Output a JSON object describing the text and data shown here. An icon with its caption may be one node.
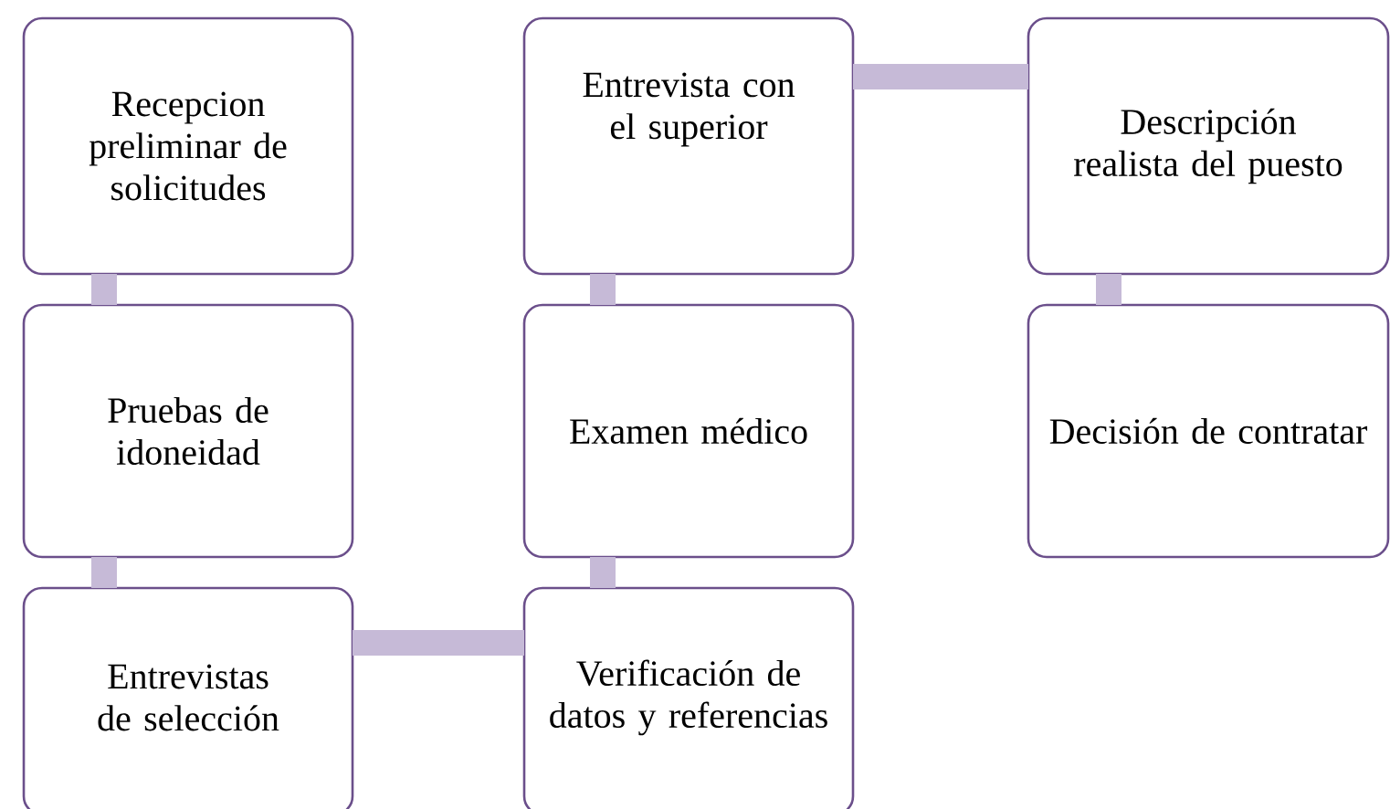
{
  "diagram": {
    "nodes": [
      {
        "text": [
          "Recepcion preliminar de solicitudes"
        ]
      },
      {
        "text": [
          "Pruebas de idoneidad"
        ]
      },
      {
        "text": [
          "Entrevistas de selección"
        ]
      },
      {
        "text": [
          "Verificación de datos y referencias"
        ]
      },
      {
        "text": [
          "Examen médico"
        ]
      },
      {
        "text": [
          "Entrevista con el superior"
        ]
      },
      {
        "text": [
          "Descripción realista del puesto"
        ]
      },
      {
        "text": [
          "Decisión de contratar"
        ]
      }
    ],
    "edges": [
      {
        "from": 0,
        "to": 1,
        "arrow": "none"
      },
      {
        "from": 1,
        "to": 2,
        "arrow": "none"
      },
      {
        "from": 2,
        "to": 3,
        "arrow": "none"
      },
      {
        "from": 3,
        "to": 4,
        "arrow": "none"
      },
      {
        "from": 4,
        "to": 5,
        "arrow": "none"
      },
      {
        "from": 5,
        "to": 6,
        "arrow": "none"
      },
      {
        "from": 6,
        "to": 7,
        "arrow": "none"
      }
    ]
  }
}
